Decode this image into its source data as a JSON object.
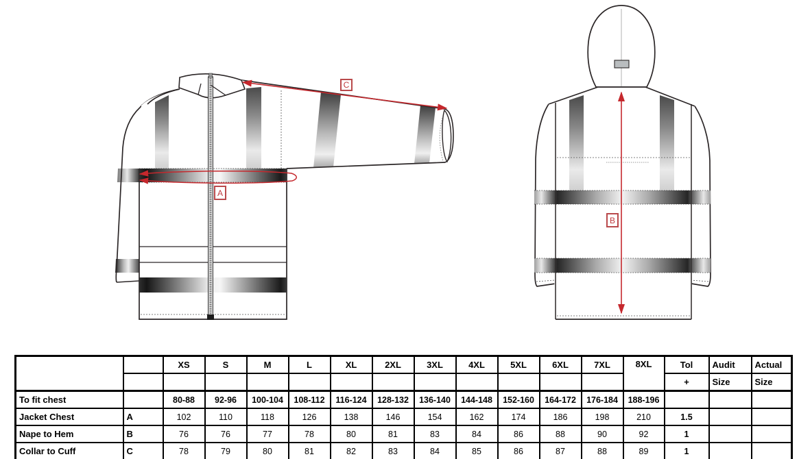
{
  "diagram": {
    "accent_color": "#c5282d",
    "outline_color": "#2b2627",
    "front_view": {
      "measure_a": "A",
      "measure_c": "C"
    },
    "back_view": {
      "measure_b": "B"
    }
  },
  "table": {
    "size_columns": [
      "XS",
      "S",
      "M",
      "L",
      "XL",
      "2XL",
      "3XL",
      "4XL",
      "5XL",
      "6XL",
      "7XL",
      "8XL"
    ],
    "tol_header": "Tol",
    "tol_sub": "+",
    "audit_header": "Audit",
    "audit_sub": "Size",
    "actual_header": "Actual",
    "actual_sub": "Size",
    "rows": [
      {
        "label": "To fit chest",
        "letter": "",
        "values": [
          "80-88",
          "92-96",
          "100-104",
          "108-112",
          "116-124",
          "128-132",
          "136-140",
          "144-148",
          "152-160",
          "164-172",
          "176-184",
          "188-196"
        ],
        "tol": "",
        "bold": true
      },
      {
        "label": "Jacket Chest",
        "letter": "A",
        "values": [
          "102",
          "110",
          "118",
          "126",
          "138",
          "146",
          "154",
          "162",
          "174",
          "186",
          "198",
          "210"
        ],
        "tol": "1.5",
        "bold": false
      },
      {
        "label": "Nape to Hem",
        "letter": "B",
        "values": [
          "76",
          "76",
          "77",
          "78",
          "80",
          "81",
          "83",
          "84",
          "86",
          "88",
          "90",
          "92"
        ],
        "tol": "1",
        "bold": false
      },
      {
        "label": "Collar to Cuff",
        "letter": "C",
        "values": [
          "78",
          "79",
          "80",
          "81",
          "82",
          "83",
          "84",
          "85",
          "86",
          "87",
          "88",
          "89"
        ],
        "tol": "1",
        "bold": false
      }
    ]
  }
}
